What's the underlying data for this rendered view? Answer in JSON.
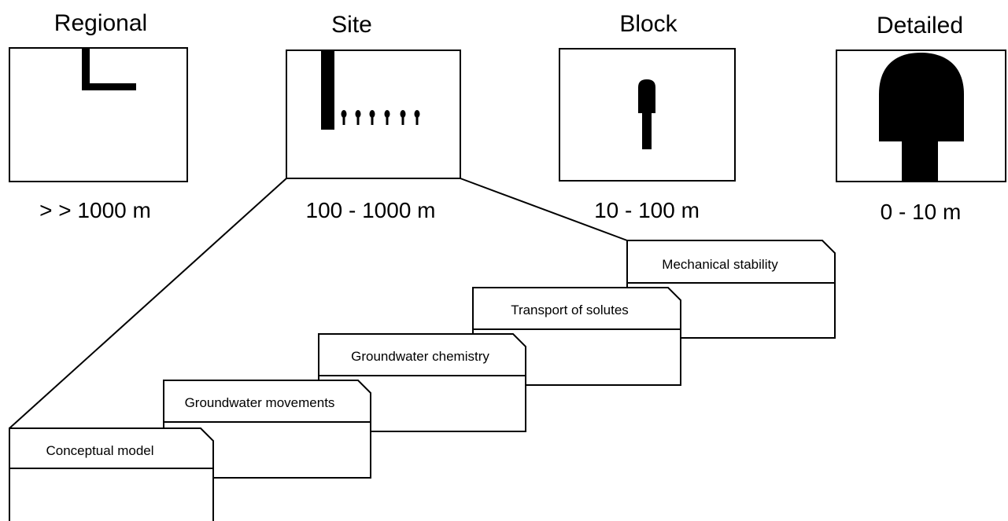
{
  "scales": [
    {
      "title": "Regional",
      "range": "> > 1000 m"
    },
    {
      "title": "Site",
      "range": "100 - 1000 m"
    },
    {
      "title": "Block",
      "range": "10 - 100 m"
    },
    {
      "title": "Detailed",
      "range": "0 - 10 m"
    }
  ],
  "cards": [
    {
      "title": "Mechanical stability"
    },
    {
      "title": "Transport of solutes"
    },
    {
      "title": "Groundwater chemistry"
    },
    {
      "title": "Groundwater movements"
    },
    {
      "title": "Conceptual model"
    }
  ],
  "colors": {
    "ink": "#000000",
    "paper": "#ffffff"
  }
}
